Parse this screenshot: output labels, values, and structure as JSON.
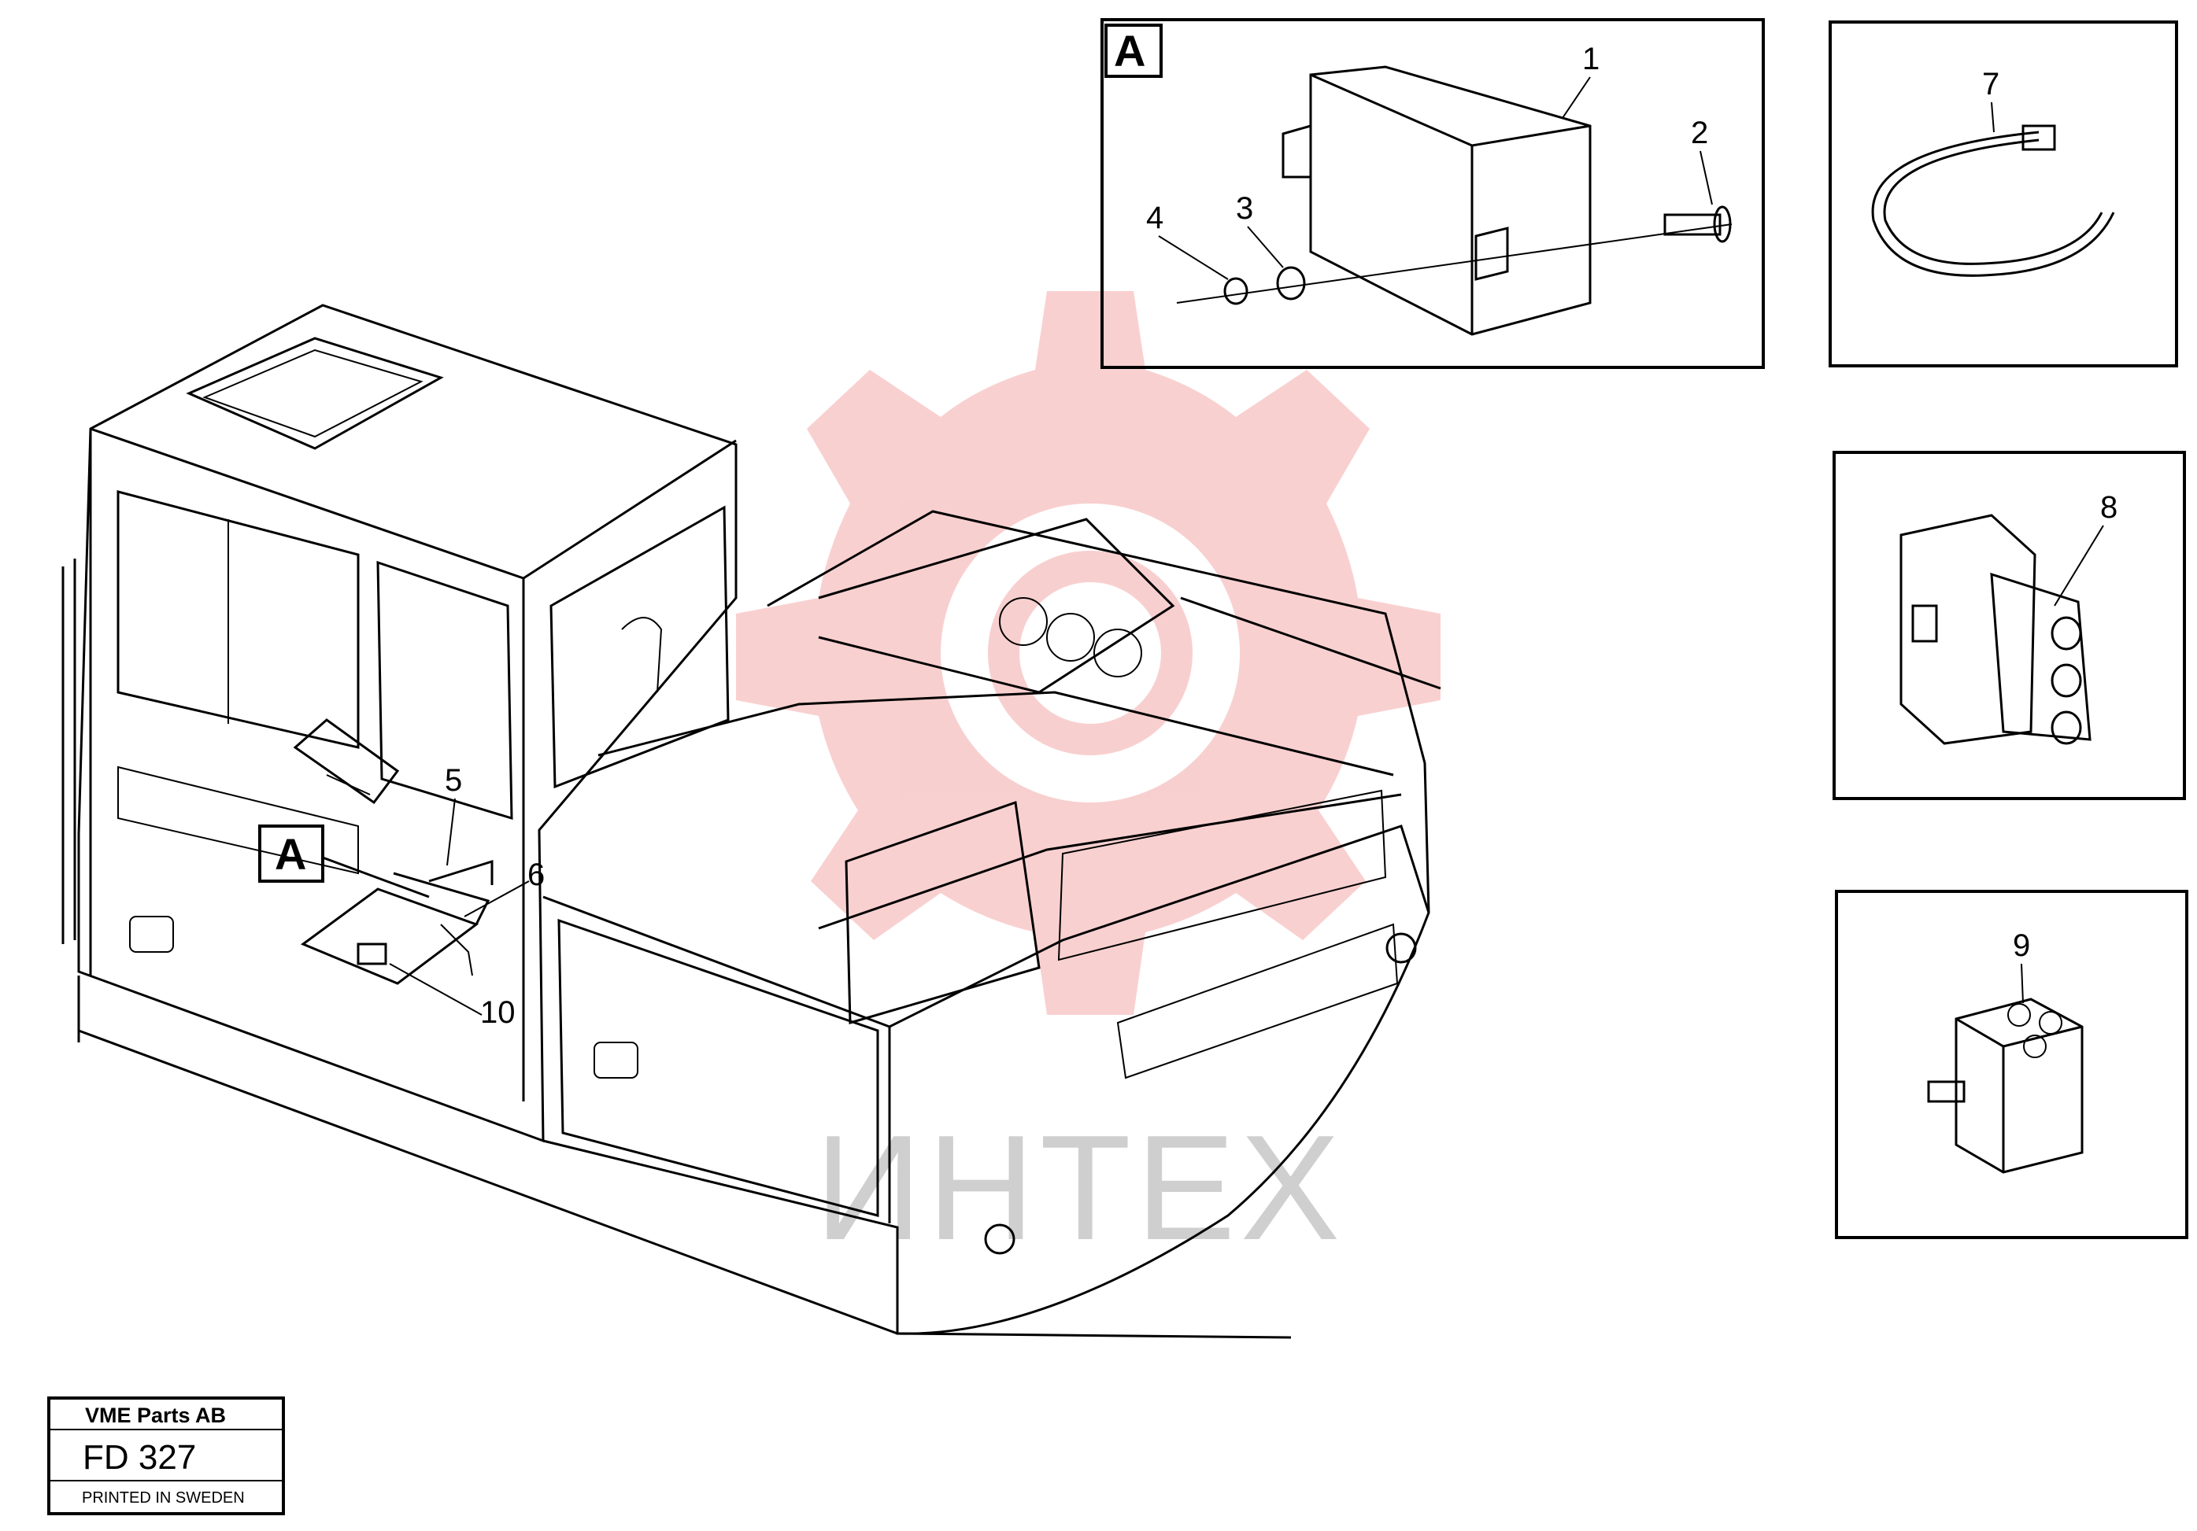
{
  "callouts": {
    "n1": "1",
    "n2": "2",
    "n3": "3",
    "n4": "4",
    "n5": "5",
    "n6": "6",
    "n7": "7",
    "n8": "8",
    "n9": "9",
    "n10": "10"
  },
  "detail_tag": "A",
  "watermark": {
    "text": "ИНТЕХ",
    "color": "#f4b6b6"
  },
  "title_block": {
    "company": "VME Parts AB",
    "drawing_no": "FD 327",
    "printed": "PRINTED IN SWEDEN"
  }
}
